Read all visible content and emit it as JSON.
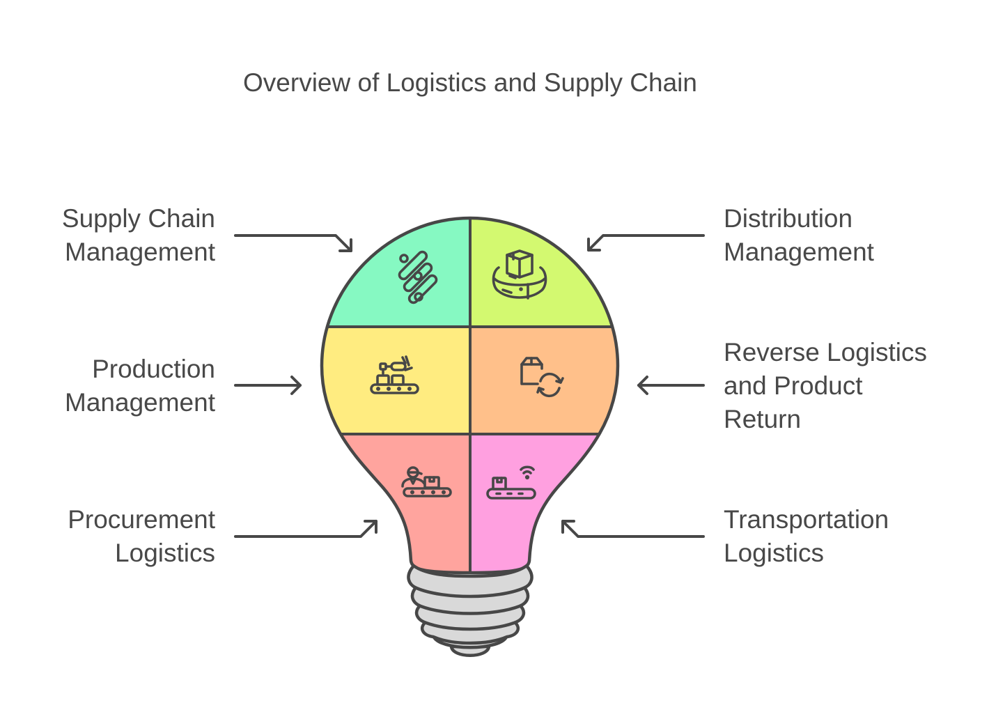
{
  "title": "Overview of Logistics and Supply Chain",
  "colors": {
    "outline": "#474747",
    "supply_chain": "#86F9C2",
    "distribution": "#D3F970",
    "production": "#FFEC80",
    "reverse": "#FFC08A",
    "procurement": "#FFA49E",
    "transportation": "#FFA0E0",
    "base": "#D9D9D9"
  },
  "segments": [
    {
      "id": "supply-chain-management",
      "lines": [
        "Supply Chain",
        "Management"
      ],
      "side": "left",
      "icon": "pipes-icon"
    },
    {
      "id": "distribution-management",
      "lines": [
        "Distribution",
        "Management"
      ],
      "side": "right",
      "icon": "package-platform-icon"
    },
    {
      "id": "production-management",
      "lines": [
        "Production",
        "Management"
      ],
      "side": "left",
      "icon": "robotic-arm-conveyor-icon"
    },
    {
      "id": "reverse-logistics",
      "lines": [
        "Reverse Logistics",
        "and Product",
        "Return"
      ],
      "side": "right",
      "icon": "box-return-icon"
    },
    {
      "id": "procurement-logistics",
      "lines": [
        "Procurement",
        "Logistics"
      ],
      "side": "left",
      "icon": "worker-conveyor-icon"
    },
    {
      "id": "transportation-logistics",
      "lines": [
        "Transportation",
        "Logistics"
      ],
      "side": "right",
      "icon": "smart-conveyor-icon"
    }
  ]
}
